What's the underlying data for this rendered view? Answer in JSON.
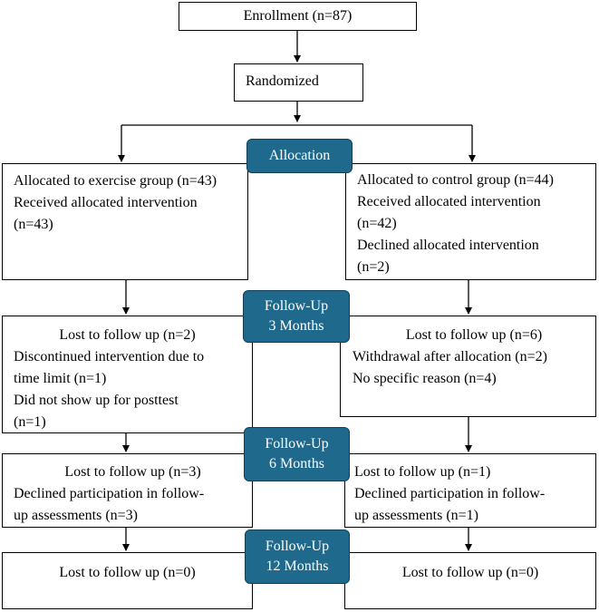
{
  "enrollment": "Enrollment (n=87)",
  "randomized": "Randomized",
  "stages": {
    "allocation": "Allocation",
    "fu3": [
      "Follow-Up",
      "3 Months"
    ],
    "fu6": [
      "Follow-Up",
      "6 Months"
    ],
    "fu12": [
      "Follow-Up",
      "12 Months"
    ]
  },
  "exercise": {
    "allocation": [
      "Allocated to exercise group (n=43)",
      "Received allocated intervention",
      "(n=43)"
    ],
    "fu3": {
      "heading": "Lost to follow up (n=2)",
      "lines": [
        "Discontinued intervention due to",
        "time limit (n=1)",
        "Did not show up for posttest",
        "(n=1)"
      ]
    },
    "fu6": {
      "heading": "Lost to follow up (n=3)",
      "lines": [
        "Declined participation in follow-",
        "up assessments (n=3)"
      ]
    },
    "fu12": {
      "heading": "Lost to follow up (n=0)"
    }
  },
  "control": {
    "allocation": [
      "Allocated to control group (n=44)",
      "Received allocated intervention",
      "(n=42)",
      "Declined allocated intervention",
      "(n=2)"
    ],
    "fu3": {
      "heading": "Lost to follow up (n=6)",
      "lines": [
        "Withdrawal after allocation (n=2)",
        "No specific reason (n=4)"
      ]
    },
    "fu6": {
      "heading": "Lost to follow up (n=1)",
      "lines": [
        "Declined participation in follow-",
        "up assessments (n=1)"
      ]
    },
    "fu12": {
      "heading": "Lost to follow up (n=0)"
    }
  }
}
